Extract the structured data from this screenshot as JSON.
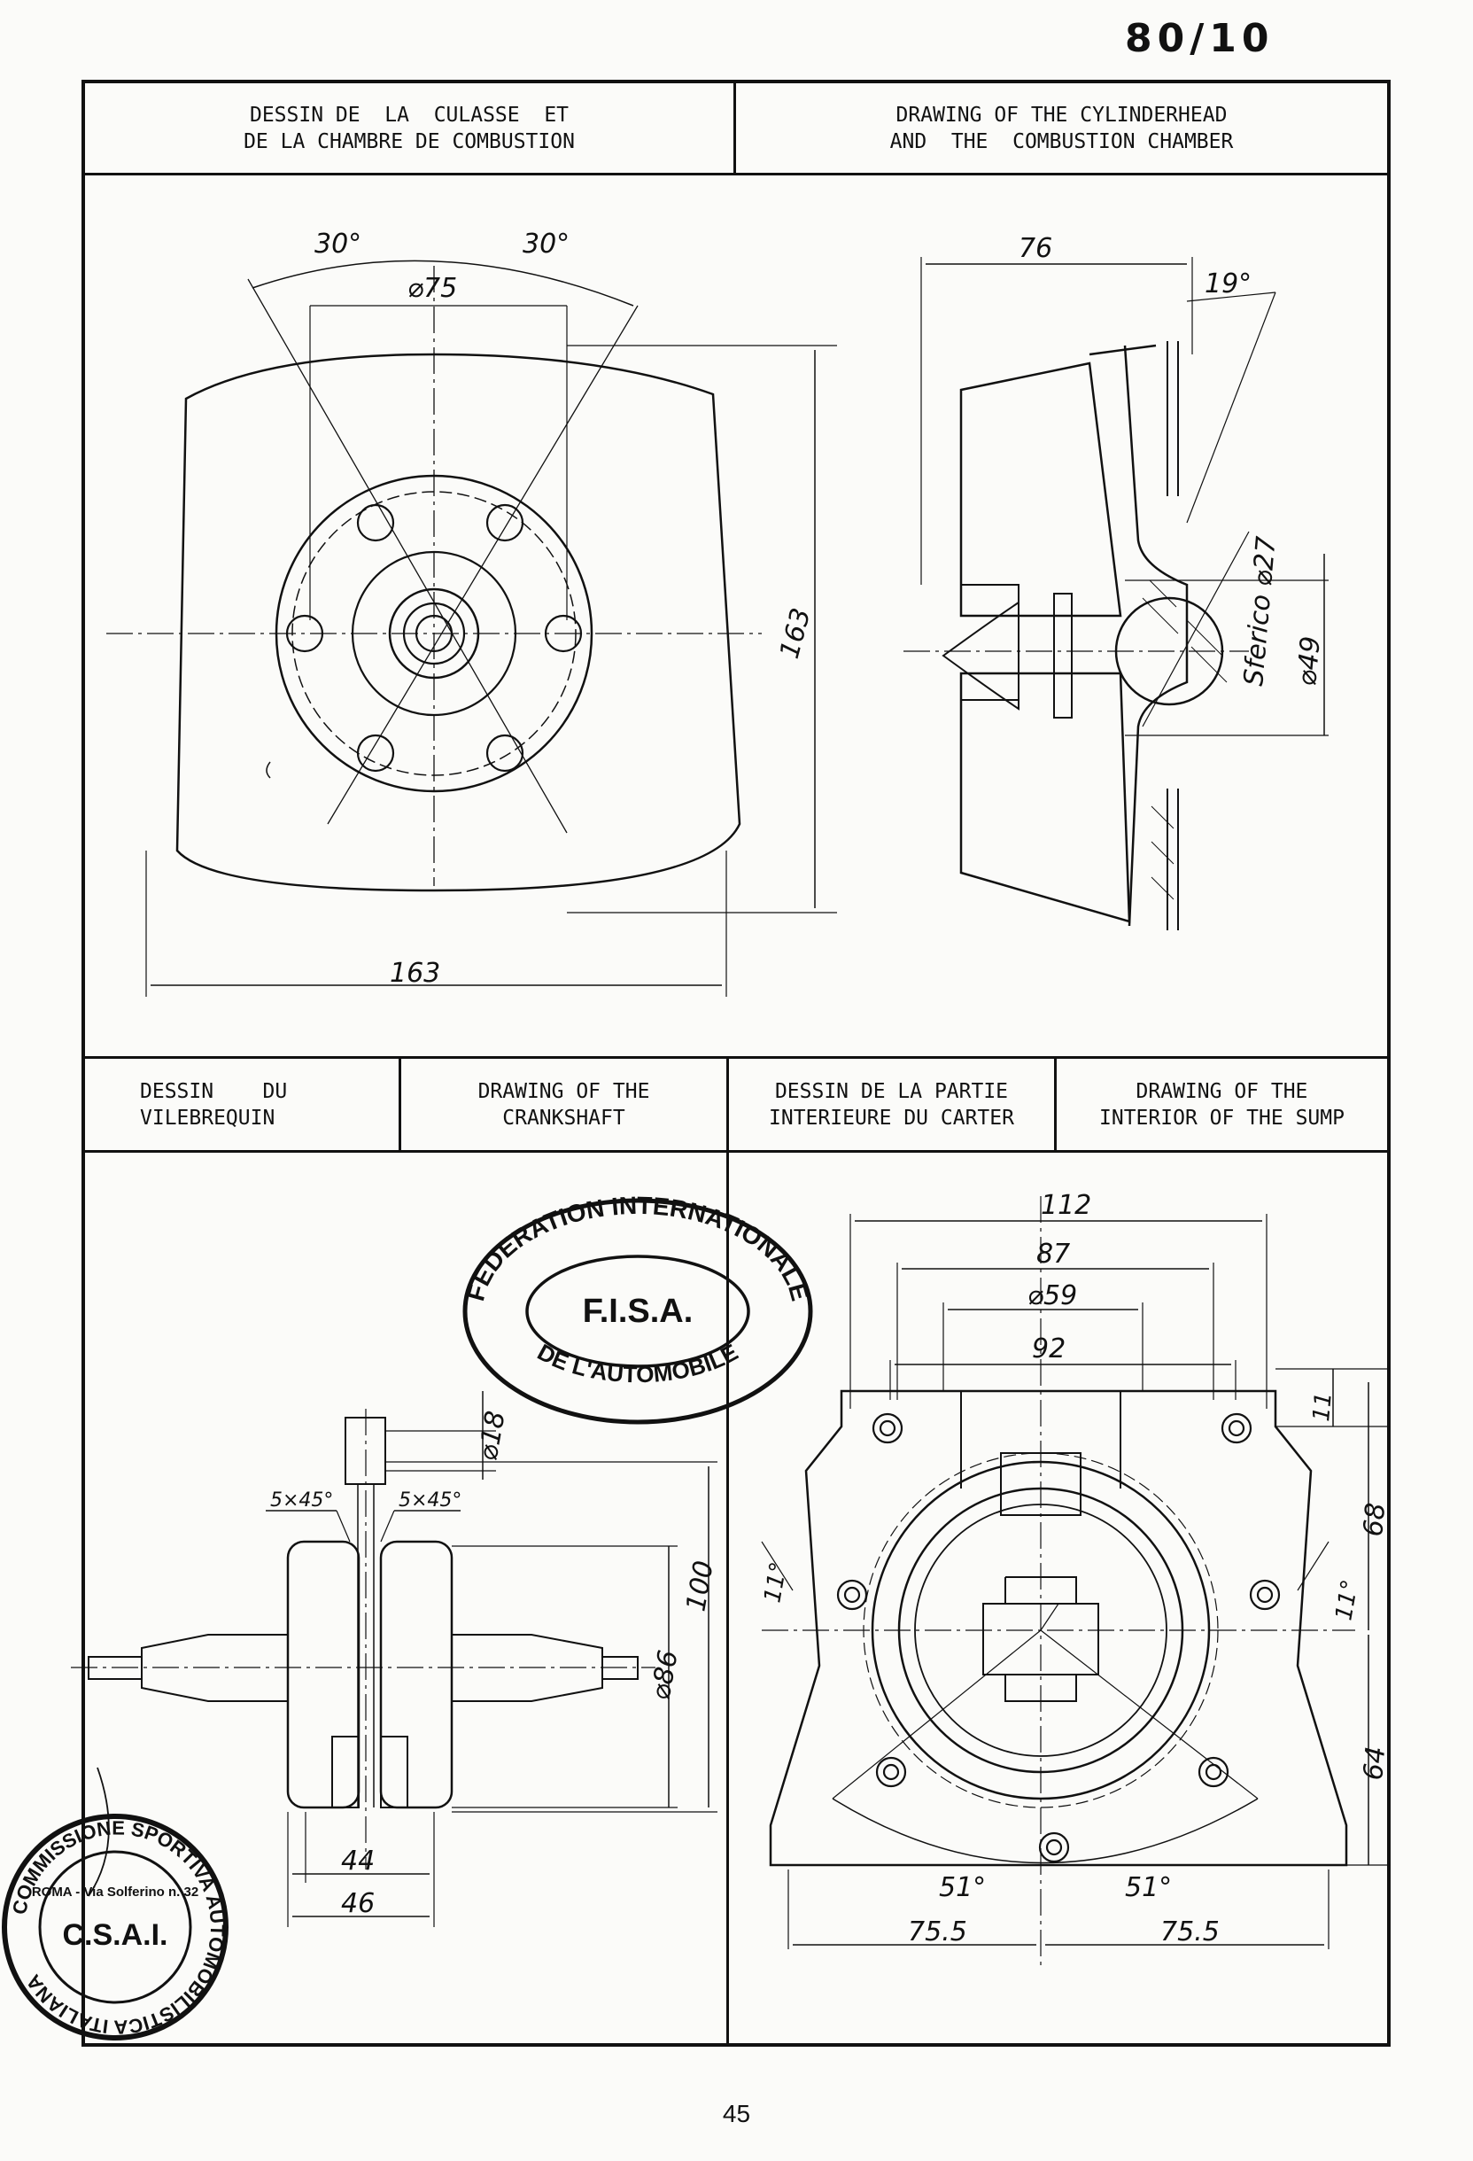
{
  "page": {
    "number_top": "80/10",
    "footer_number": "45"
  },
  "top_section": {
    "header_fr": "DESSIN DE  LA  CULASSE  ET\nDE LA CHAMBRE DE COMBUSTION",
    "header_en": "DRAWING OF THE CYLINDERHEAD\nAND  THE  COMBUSTION CHAMBER"
  },
  "bottom_section": {
    "crank_fr": "DESSIN    DU\nVILEBREQUIN",
    "crank_en": "DRAWING OF THE\nCRANKSHAFT",
    "sump_fr": "DESSIN DE LA PARTIE\nINTERIEURE DU CARTER",
    "sump_en": "DRAWING OF THE\nINTERIOR OF THE SUMP"
  },
  "dimensions": {
    "head_front": {
      "angle_left": "30°",
      "angle_right": "30°",
      "bolt_circle": "⌀75",
      "height": "163",
      "width": "163"
    },
    "head_side": {
      "depth": "76",
      "fin_angle": "19°",
      "sphere_label": "Sferico ⌀27",
      "bore": "⌀49"
    },
    "crankshaft": {
      "pin": "⌀18",
      "chamfer_left": "5×45°",
      "chamfer_right": "5×45°",
      "length": "100",
      "web_dia": "⌀86",
      "inner_width": "44",
      "outer_width": "46"
    },
    "sump": {
      "outer": "112",
      "mid": "87",
      "bore": "⌀59",
      "flange": "92",
      "top_offset": "11",
      "height_upper": "68",
      "angle_left": "11°",
      "angle_right": "11°",
      "height_lower": "64",
      "angle_bl": "51°",
      "angle_br": "51°",
      "half_left": "75.5",
      "half_right": "75.5"
    }
  },
  "stamps": {
    "fisa_ring_top": "FEDERATION INTERNATIONALE",
    "fisa_ring_bottom": "DE L'AUTOMOBILE",
    "fisa_center": "F.I.S.A.",
    "csai_ring": "COMMISSIONE SPORTIVA AUTOMOBILISTICA ITALIANA",
    "csai_address": "ROMA - Via Solferino n. 32",
    "csai_center": "C.S.A.I."
  }
}
